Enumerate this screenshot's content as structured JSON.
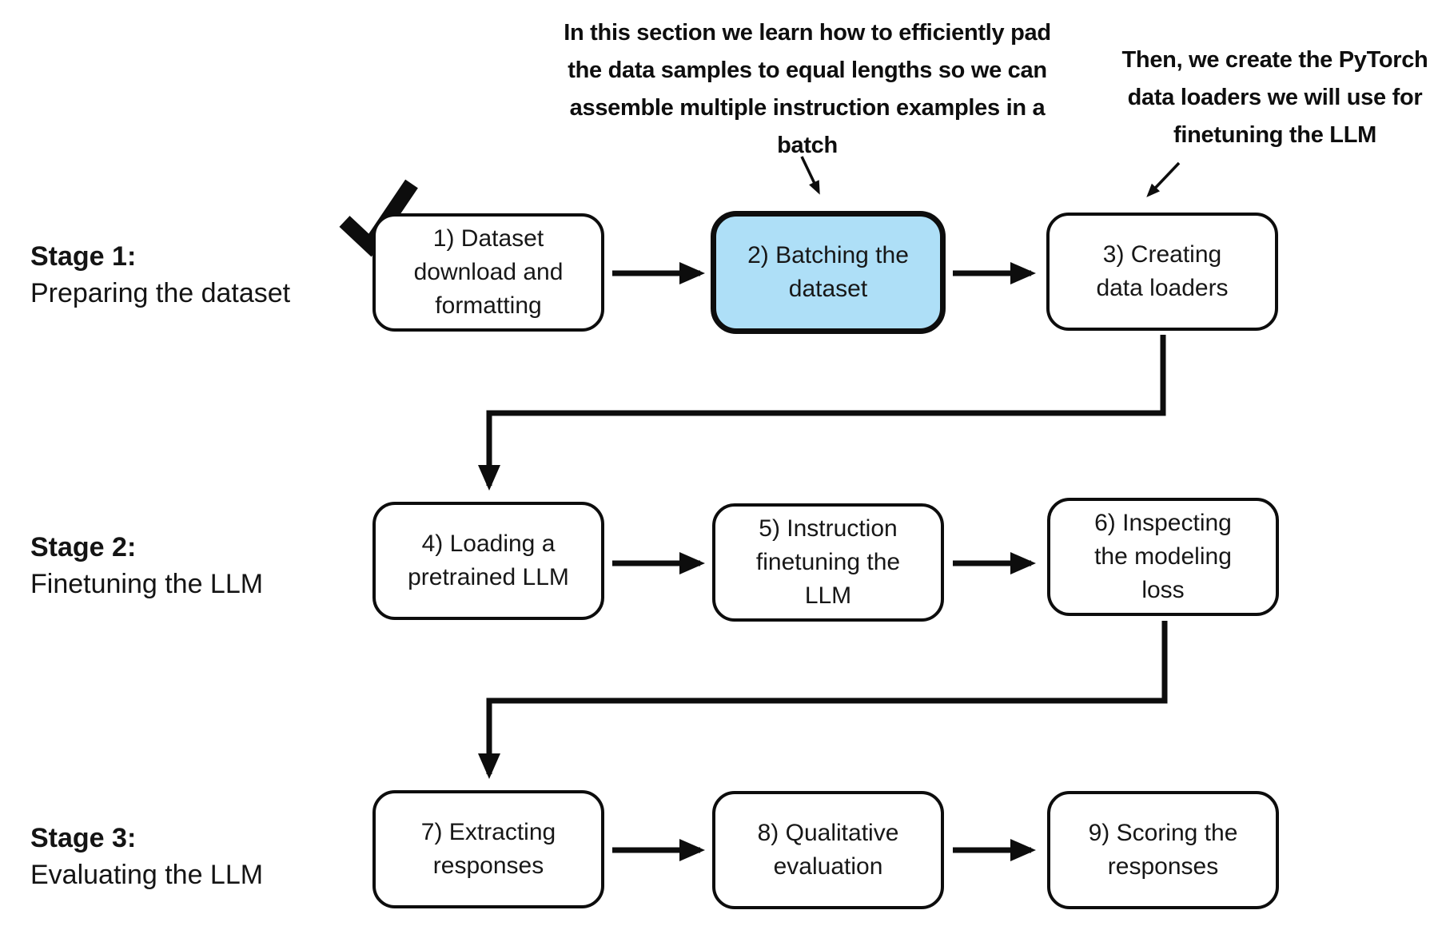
{
  "colors": {
    "highlight_fill": "#AEDFF7",
    "stroke": "#0d0d0d"
  },
  "stages": [
    {
      "title": "Stage 1:",
      "subtitle": "Preparing the dataset"
    },
    {
      "title": "Stage 2:",
      "subtitle": "Finetuning the LLM"
    },
    {
      "title": "Stage 3:",
      "subtitle": "Evaluating the LLM"
    }
  ],
  "boxes": [
    {
      "lines": [
        "1) Dataset",
        "download and",
        "formatting"
      ],
      "highlighted": false,
      "check_icon": "checkmark"
    },
    {
      "lines": [
        "2) Batching the",
        "dataset"
      ],
      "highlighted": true
    },
    {
      "lines": [
        "3) Creating",
        "data loaders"
      ],
      "highlighted": false
    },
    {
      "lines": [
        "4) Loading a",
        "pretrained LLM"
      ],
      "highlighted": false
    },
    {
      "lines": [
        "5) Instruction",
        "finetuning the",
        "LLM"
      ],
      "highlighted": false
    },
    {
      "lines": [
        "6) Inspecting",
        "the modeling",
        "loss"
      ],
      "highlighted": false
    },
    {
      "lines": [
        "7) Extracting",
        "responses"
      ],
      "highlighted": false
    },
    {
      "lines": [
        "8) Qualitative",
        "evaluation"
      ],
      "highlighted": false
    },
    {
      "lines": [
        "9) Scoring the",
        "responses"
      ],
      "highlighted": false
    }
  ],
  "annotations": [
    {
      "lines": [
        "In this section we learn how to efficiently pad",
        "the data samples to equal lengths so we can",
        "assemble multiple instruction examples in a",
        "batch"
      ]
    },
    {
      "lines": [
        "Then, we create the PyTorch",
        "data loaders we will use for",
        "finetuning the LLM"
      ]
    }
  ]
}
